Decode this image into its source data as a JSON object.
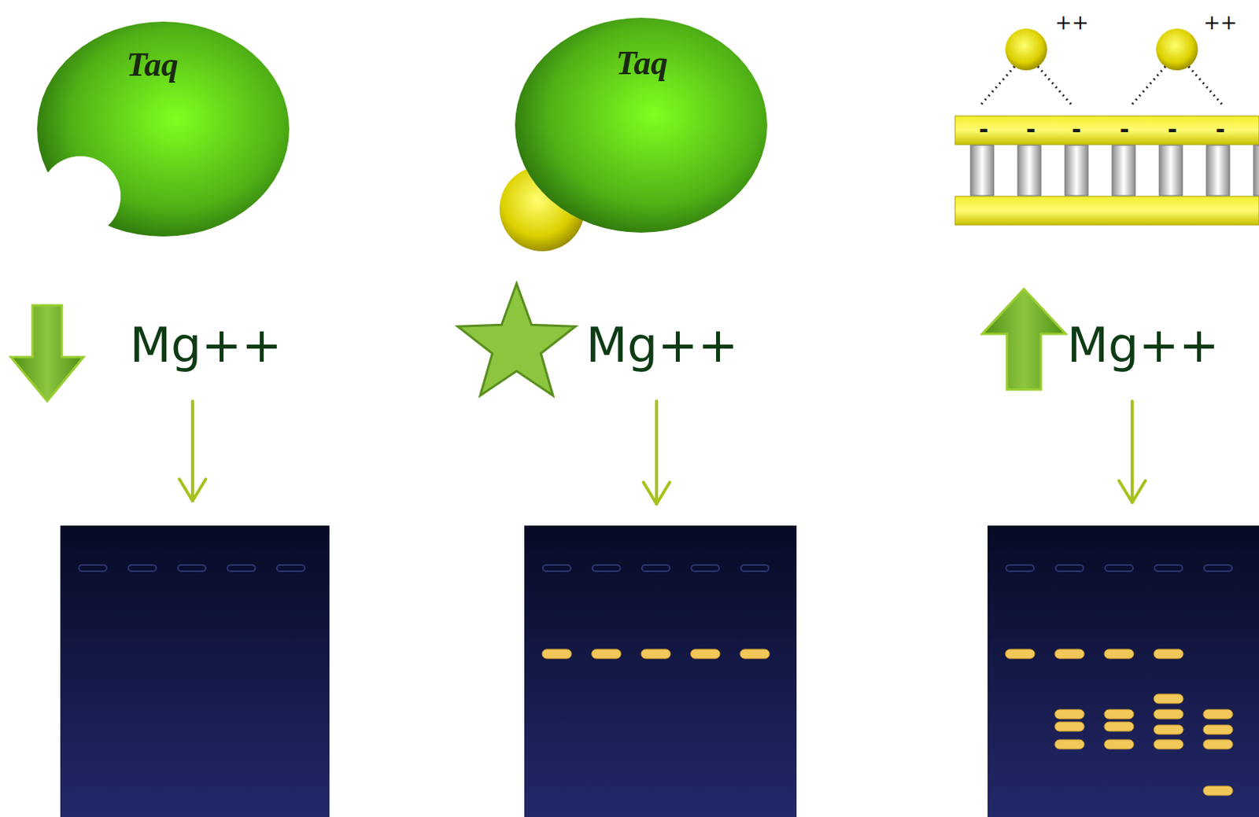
{
  "diagram": {
    "nodes": [
      {
        "text": [
          "Taq"
        ]
      },
      {
        "text": [
          "Taq"
        ]
      }
    ],
    "labels": [
      "++",
      "++",
      "-",
      "-",
      "-",
      "-",
      "-",
      "-",
      "Mg++",
      "Mg++",
      "Mg++"
    ]
  }
}
